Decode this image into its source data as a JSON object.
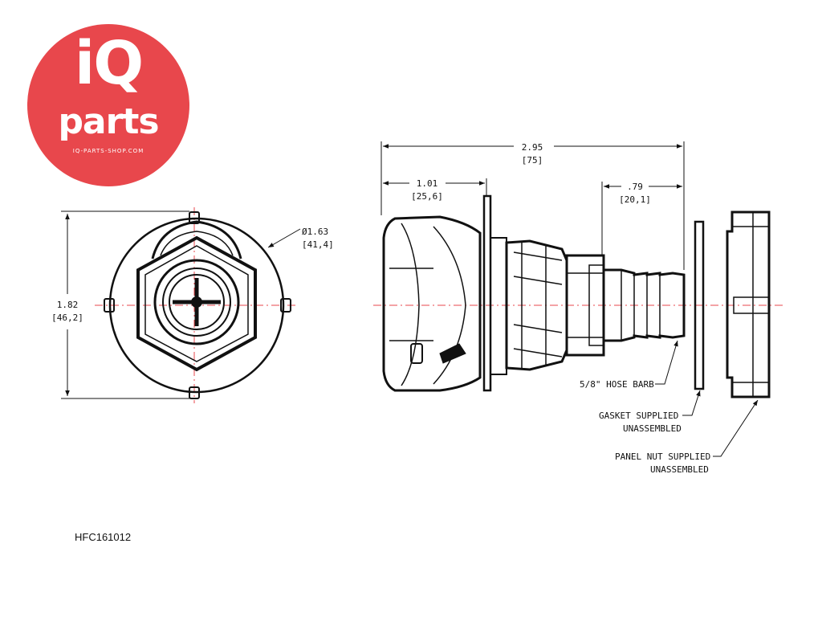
{
  "logo": {
    "brand_top": "iQ",
    "brand_bottom": "parts",
    "url": "IQ-PARTS-SHOP.COM",
    "background_color": "#e8474c",
    "text_color": "#ffffff"
  },
  "front_view": {
    "height_in": "1.82",
    "height_mm": "[46,2]",
    "diameter_in": "Ø1.63",
    "diameter_mm": "[41,4]"
  },
  "side_view": {
    "overall_length_in": "2.95",
    "overall_length_mm": "[75]",
    "body_length_in": "1.01",
    "body_length_mm": "[25,6]",
    "barb_length_in": ".79",
    "barb_length_mm": "[20,1]",
    "callouts": {
      "hose_barb": "5/8\" HOSE BARB",
      "gasket_line1": "GASKET SUPPLIED",
      "gasket_line2": "UNASSEMBLED",
      "panel_nut_line1": "PANEL NUT SUPPLIED",
      "panel_nut_line2": "UNASSEMBLED"
    }
  },
  "part_number": "HFC161012",
  "colors": {
    "line": "#111111",
    "centerline": "#e8474c"
  }
}
